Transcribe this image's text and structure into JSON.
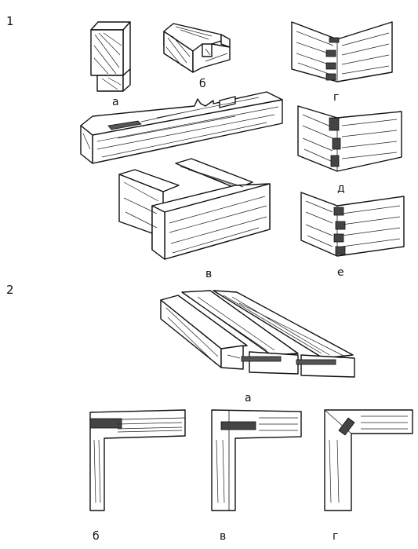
{
  "section1": {
    "number": "1",
    "labels": {
      "a": "а",
      "b": "б",
      "v": "в",
      "g": "г",
      "d": "д",
      "e": "е"
    }
  },
  "section2": {
    "number": "2",
    "labels": {
      "a": "а",
      "b": "б",
      "v": "в",
      "g": "г"
    }
  }
}
